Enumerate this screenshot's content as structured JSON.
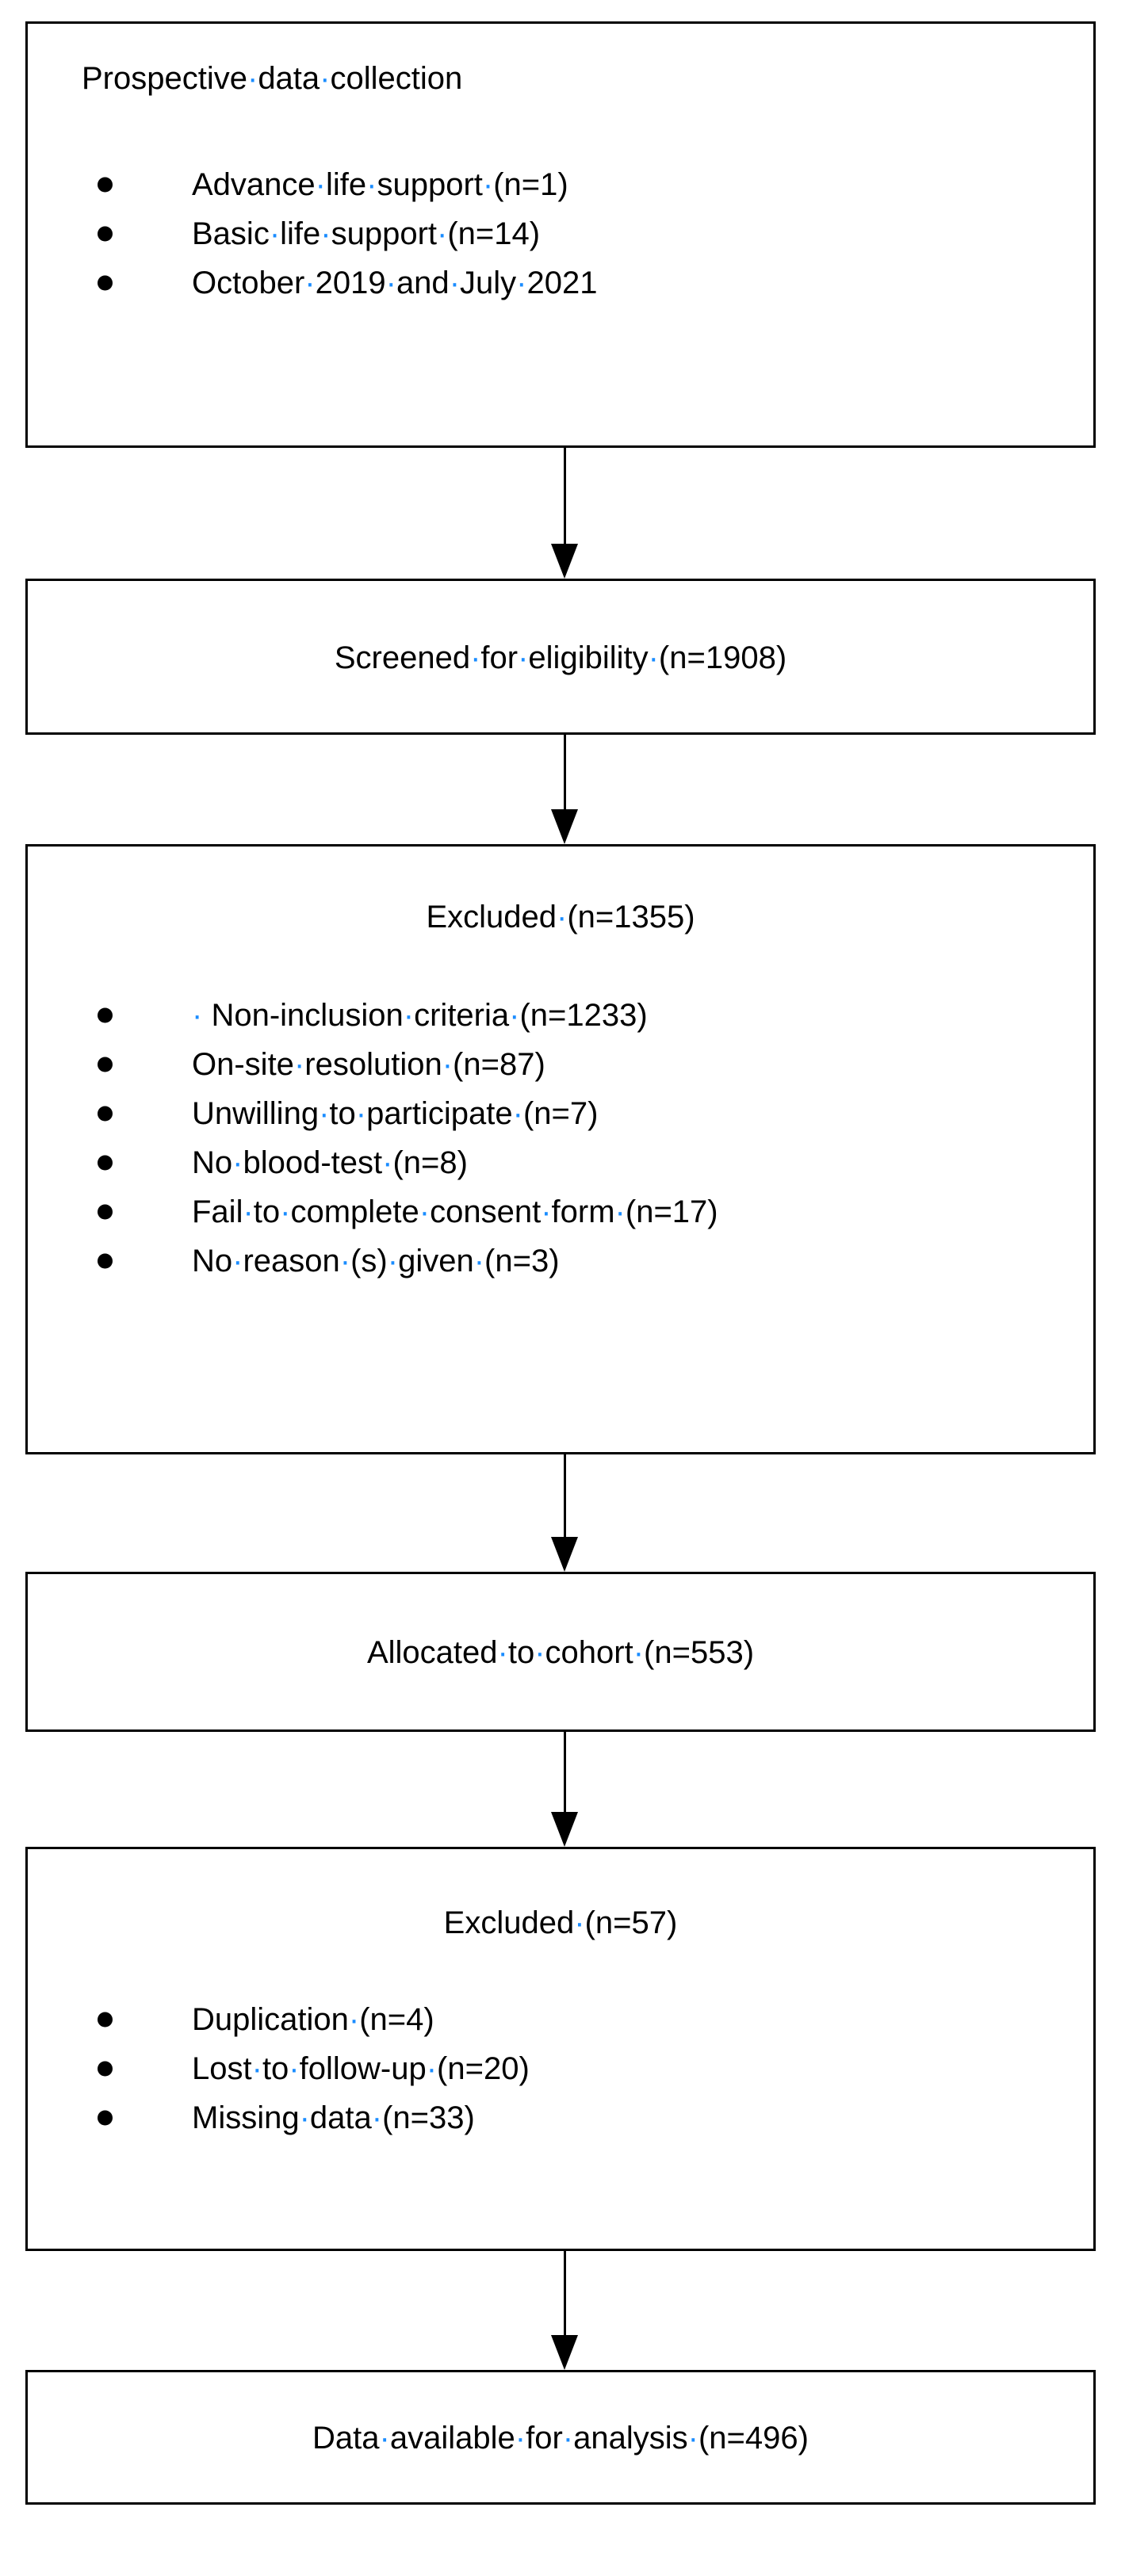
{
  "figure": {
    "type": "flow-diagram",
    "title": "Study participant flow diagram (CONSORT-style)",
    "space_mark": "·",
    "colors": {
      "text": "#000000",
      "border": "#000000",
      "space_mark": "#1a8cff",
      "background": "#ffffff"
    }
  },
  "boxes": [
    {
      "id": "prospective-data-collection",
      "heading": "Prospective data collection",
      "heading_parts": [
        "Prospective",
        "data",
        "collection"
      ],
      "items": [
        {
          "label": "Advance life support (n=1)",
          "parts": [
            "Advance",
            "life",
            "support",
            "(n=1)"
          ],
          "n": 1
        },
        {
          "label": "Basic life support (n=14)",
          "parts": [
            "Basic",
            "life",
            "support",
            "(n=14)"
          ],
          "n": 14
        },
        {
          "label": "October 2019 and July 2021",
          "parts": [
            "October",
            "2019",
            "and",
            "July",
            "2021"
          ],
          "n": null
        }
      ]
    },
    {
      "id": "screened-for-eligibility",
      "heading": "Screened for eligibility (n=1908)",
      "heading_parts": [
        "Screened",
        "for",
        "eligibility",
        "(n=1908)"
      ],
      "n": 1908,
      "items": []
    },
    {
      "id": "excluded-screening",
      "heading": "Excluded (n=1355)",
      "heading_parts": [
        "Excluded",
        "(n=1355)"
      ],
      "n": 1355,
      "items": [
        {
          "label": "Non-inclusion criteria (n=1233)",
          "parts": [
            "Non-inclusion",
            "criteria",
            "(n=1233)"
          ],
          "n": 1233,
          "leading_space": true
        },
        {
          "label": "On-site resolution (n=87)",
          "parts": [
            "On-site",
            "resolution",
            "(n=87)"
          ],
          "n": 87
        },
        {
          "label": "Unwilling to participate (n=7)",
          "parts": [
            "Unwilling",
            "to",
            "participate",
            "(n=7)"
          ],
          "n": 7
        },
        {
          "label": "No blood-test (n=8)",
          "parts": [
            "No",
            "blood-test",
            "(n=8)"
          ],
          "n": 8
        },
        {
          "label": "Fail to complete consent form (n=17)",
          "parts": [
            "Fail",
            "to",
            "complete",
            "consent",
            "form",
            "(n=17)"
          ],
          "n": 17
        },
        {
          "label": "No reason (s) given (n=3)",
          "parts": [
            "No",
            "reason",
            "(s)",
            "given",
            "(n=3)"
          ],
          "n": 3
        }
      ]
    },
    {
      "id": "allocated-to-cohort",
      "heading": "Allocated to cohort (n=553)",
      "heading_parts": [
        "Allocated",
        "to",
        "cohort",
        "(n=553)"
      ],
      "n": 553,
      "items": []
    },
    {
      "id": "excluded-follow-up",
      "heading": "Excluded (n=57)",
      "heading_parts": [
        "Excluded",
        "(n=57)"
      ],
      "n": 57,
      "items": [
        {
          "label": "Duplication (n=4)",
          "parts": [
            "Duplication",
            "(n=4)"
          ],
          "n": 4
        },
        {
          "label": "Lost to follow-up (n=20)",
          "parts": [
            "Lost",
            "to",
            "follow-up",
            "(n=20)"
          ],
          "n": 20
        },
        {
          "label": "Missing data (n=33)",
          "parts": [
            "Missing",
            "data",
            "(n=33)"
          ],
          "n": 33
        }
      ]
    },
    {
      "id": "data-available-for-analysis",
      "heading": "Data available for analysis (n=496)",
      "heading_parts": [
        "Data",
        "available",
        "for",
        "analysis",
        "(n=496)"
      ],
      "n": 496,
      "items": []
    }
  ],
  "arrows": [
    {
      "from": "prospective-data-collection",
      "to": "screened-for-eligibility"
    },
    {
      "from": "screened-for-eligibility",
      "to": "excluded-screening"
    },
    {
      "from": "excluded-screening",
      "to": "allocated-to-cohort"
    },
    {
      "from": "allocated-to-cohort",
      "to": "excluded-follow-up"
    },
    {
      "from": "excluded-follow-up",
      "to": "data-available-for-analysis"
    }
  ]
}
